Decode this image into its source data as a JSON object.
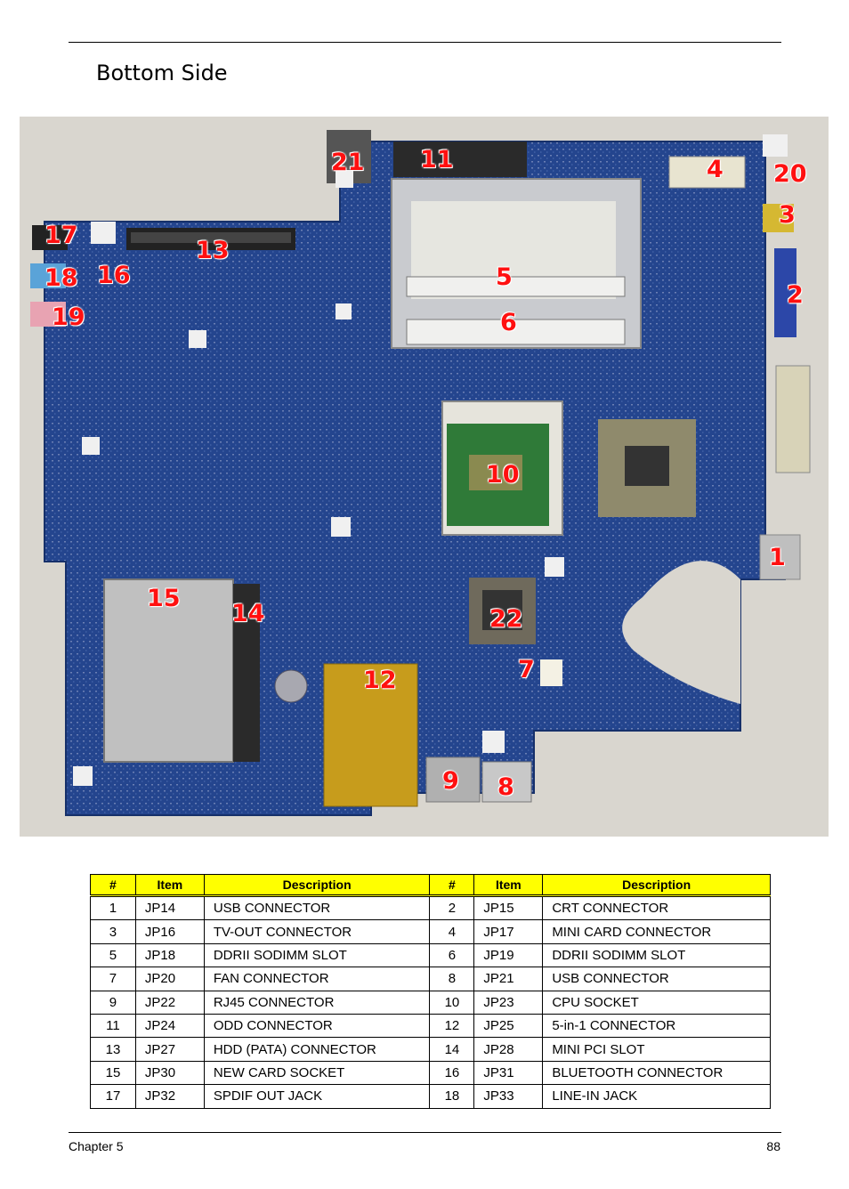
{
  "page": {
    "title": "Bottom Side",
    "footer_left": "Chapter 5",
    "footer_right": "88"
  },
  "callouts": [
    "1",
    "2",
    "3",
    "4",
    "5",
    "6",
    "7",
    "8",
    "9",
    "10",
    "11",
    "12",
    "13",
    "14",
    "15",
    "16",
    "17",
    "18",
    "19",
    "20",
    "21",
    "22"
  ],
  "table": {
    "headers": [
      "#",
      "Item",
      "Description",
      "#",
      "Item",
      "Description"
    ],
    "rows": [
      [
        "1",
        "JP14",
        "USB CONNECTOR",
        "2",
        "JP15",
        "CRT CONNECTOR"
      ],
      [
        "3",
        "JP16",
        "TV-OUT CONNECTOR",
        "4",
        "JP17",
        "MINI CARD CONNECTOR"
      ],
      [
        "5",
        "JP18",
        "DDRII SODIMM SLOT",
        "6",
        "JP19",
        "DDRII SODIMM SLOT"
      ],
      [
        "7",
        "JP20",
        "FAN CONNECTOR",
        "8",
        "JP21",
        "USB CONNECTOR"
      ],
      [
        "9",
        "JP22",
        "RJ45 CONNECTOR",
        "10",
        "JP23",
        "CPU SOCKET"
      ],
      [
        "11",
        "JP24",
        "ODD CONNECTOR",
        "12",
        "JP25",
        "5-in-1 CONNECTOR"
      ],
      [
        "13",
        "JP27",
        "HDD (PATA) CONNECTOR",
        "14",
        "JP28",
        "MINI PCI SLOT"
      ],
      [
        "15",
        "JP30",
        "NEW CARD SOCKET",
        "16",
        "JP31",
        "BLUETOOTH CONNECTOR"
      ],
      [
        "17",
        "JP32",
        "SPDIF OUT JACK",
        "18",
        "JP33",
        "LINE-IN JACK"
      ]
    ]
  },
  "colors": {
    "board": "#1f3f88",
    "header_bg": "#ffff00",
    "callout": "#ff1010"
  }
}
